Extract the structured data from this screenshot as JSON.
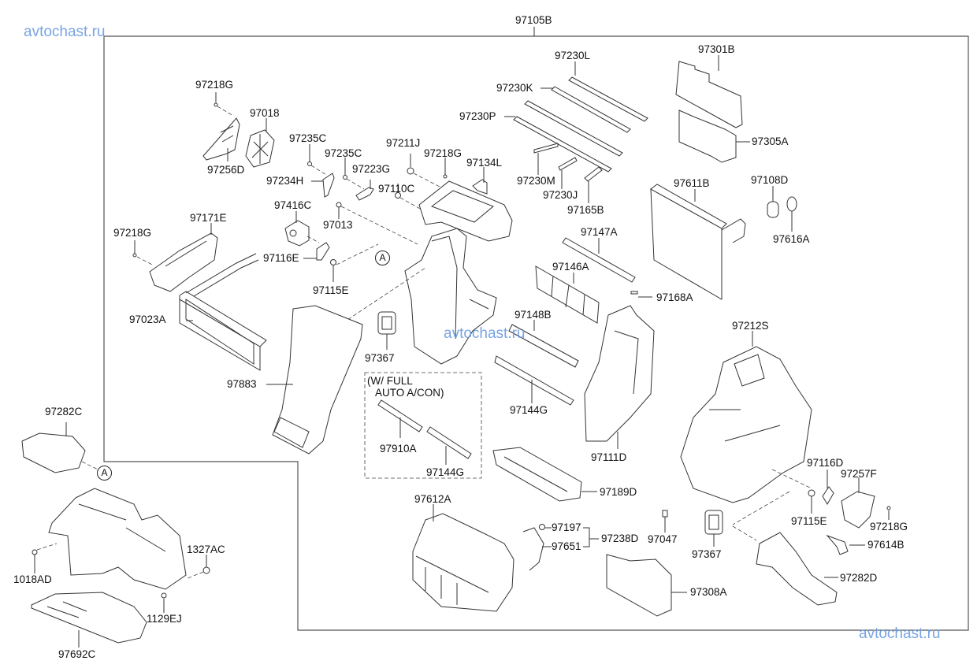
{
  "watermarks": [
    "avtochast.ru",
    "avtochast.ru",
    "avtochast.ru"
  ],
  "assembly_label": "97105B",
  "note": {
    "line1": "(W/ FULL",
    "line2": "AUTO A/CON)"
  },
  "reference_marker": "A",
  "parts": {
    "p97218G_a": "97218G",
    "p97018": "97018",
    "p97256D": "97256D",
    "p97235C_a": "97235C",
    "p97235C_b": "97235C",
    "p97234H": "97234H",
    "p97223G": "97223G",
    "p97211J": "97211J",
    "p97218G_b": "97218G",
    "p97134L": "97134L",
    "p97110C": "97110C",
    "p97416C": "97416C",
    "p97013": "97013",
    "p97171E": "97171E",
    "p97218G_c": "97218G",
    "p97116E": "97116E",
    "p97115E_a": "97115E",
    "p97023A": "97023A",
    "p97883": "97883",
    "p97367_a": "97367",
    "p97230L": "97230L",
    "p97230K": "97230K",
    "p97230P": "97230P",
    "p97230M": "97230M",
    "p97230J": "97230J",
    "p97165B": "97165B",
    "p97301B": "97301B",
    "p97305A": "97305A",
    "p97611B": "97611B",
    "p97108D": "97108D",
    "p97616A": "97616A",
    "p97147A": "97147A",
    "p97146A": "97146A",
    "p97168A": "97168A",
    "p97148B": "97148B",
    "p97144G_a": "97144G",
    "p97111D": "97111D",
    "p97910A": "97910A",
    "p97144G_b": "97144G",
    "p97189D": "97189D",
    "p97612A": "97612A",
    "p97197": "97197",
    "p97651": "97651",
    "p97238D": "97238D",
    "p97047": "97047",
    "p97367_b": "97367",
    "p97308A": "97308A",
    "p97212S": "97212S",
    "p97116D": "97116D",
    "p97257F": "97257F",
    "p97115E_b": "97115E",
    "p97218G_d": "97218G",
    "p97614B": "97614B",
    "p97282D": "97282D",
    "p97282C": "97282C",
    "p1327AC": "1327AC",
    "p1018AD": "1018AD",
    "p1129EJ": "1129EJ",
    "p97692C": "97692C"
  }
}
